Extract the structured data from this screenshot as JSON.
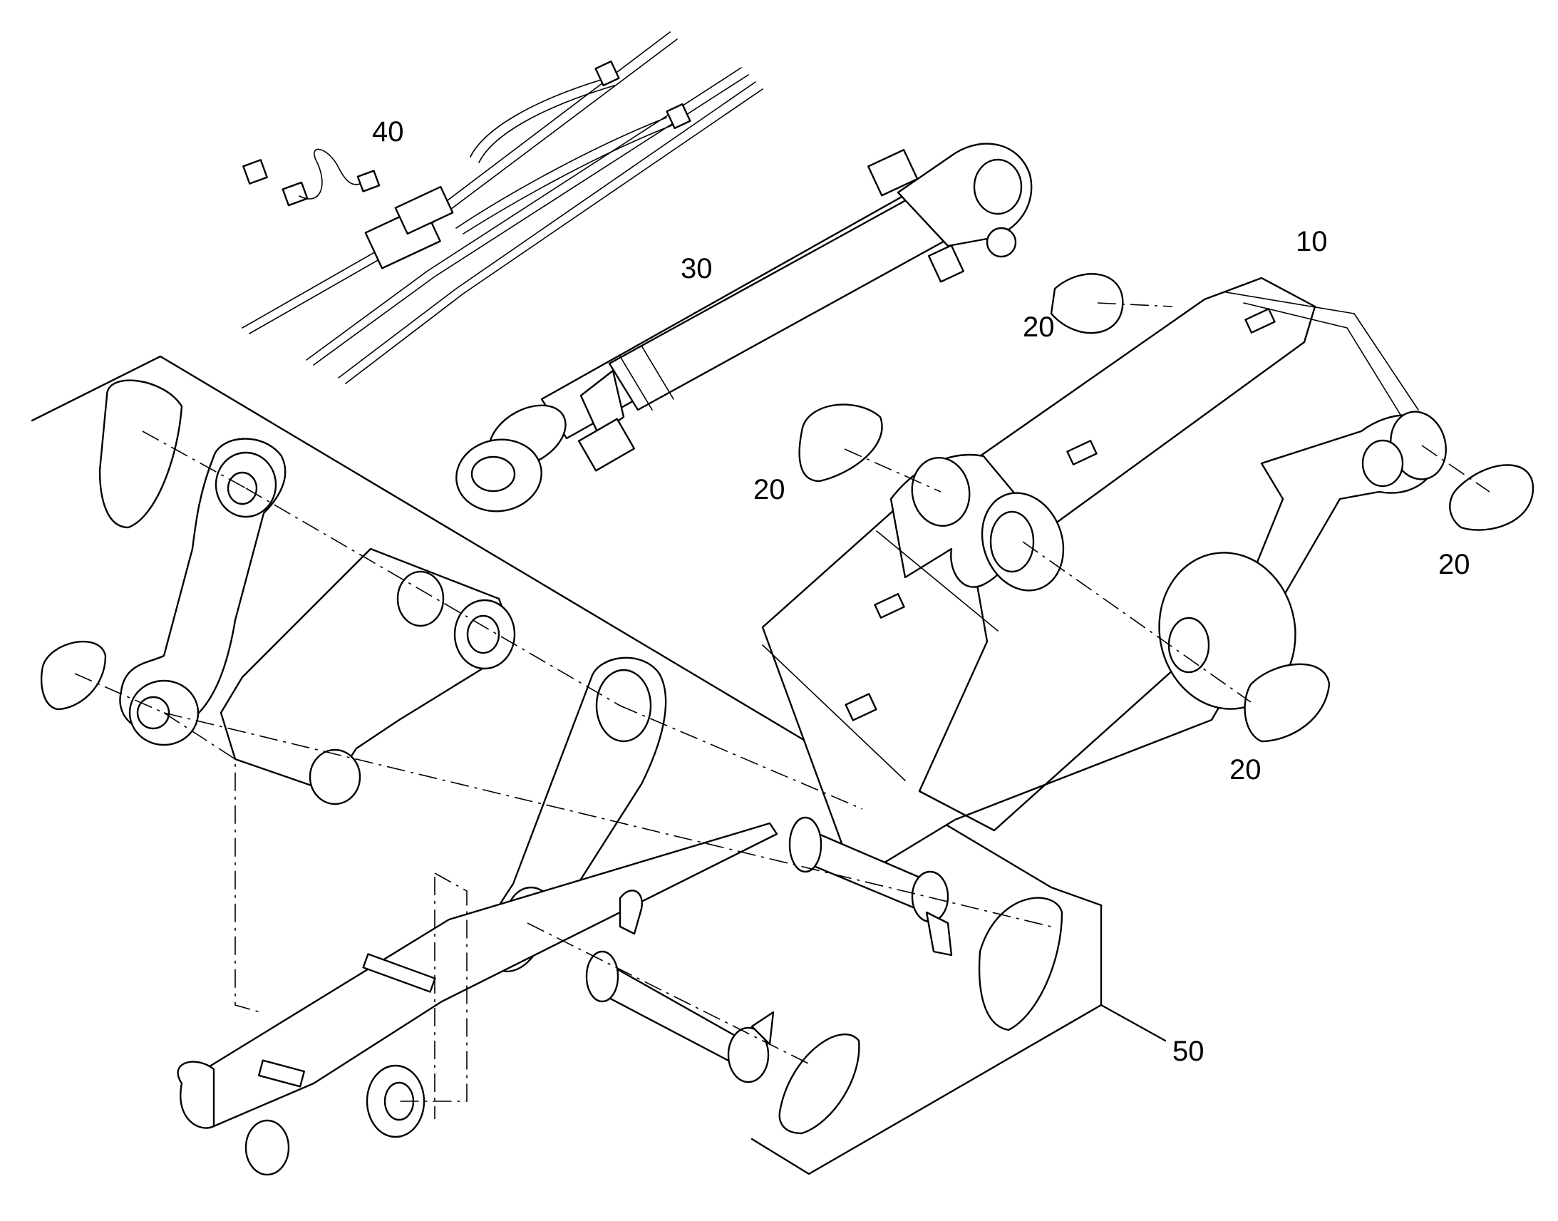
{
  "callouts": {
    "boom": "10",
    "cover_plate_top": "20",
    "cover_plate_mid": "20",
    "cover_plate_right": "20",
    "cover_plate_bottom_right": "20",
    "lift_cylinder": "30",
    "hydraulic_lines": "40",
    "boom_assembly_kit": "50"
  }
}
